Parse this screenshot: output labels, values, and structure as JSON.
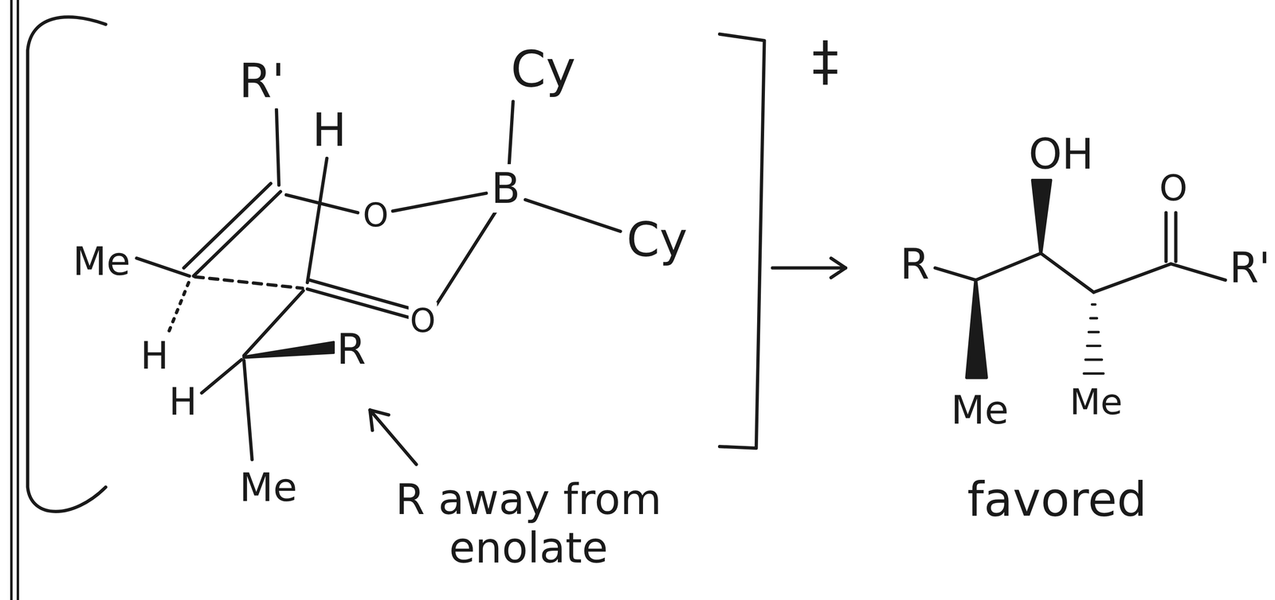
{
  "diagram": {
    "labels": [
      "R'",
      "H",
      "Cy",
      "B",
      "Cy",
      "Me",
      "O",
      "O",
      "H",
      "H",
      "R",
      "Me",
      "R away from enolate",
      "‡",
      "OH",
      "O",
      "R",
      "R'",
      "Me",
      "Me",
      "favored"
    ]
  }
}
